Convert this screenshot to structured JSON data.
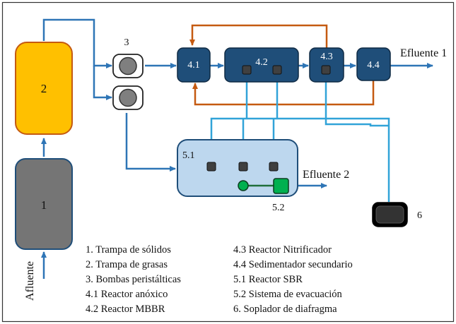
{
  "labels": {
    "n1": "1",
    "n2": "2",
    "n3": "3",
    "n4_1": "4.1",
    "n4_2": "4.2",
    "n4_3": "4.3",
    "n4_4": "4.4",
    "n5_1": "5.1",
    "n5_2": "5.2",
    "n6": "6",
    "influent": "Afluente",
    "effluent1": "Efluente 1",
    "effluent2": "Efluente 2"
  },
  "legend": {
    "col1": [
      "1. Trampa de sólidos",
      "2. Trampa de grasas",
      "3. Bombas peristálticas",
      "4.1 Reactor anóxico",
      "4.2 Reactor MBBR"
    ],
    "col2": [
      "4.3 Reactor Nitrificador",
      "4.4 Sedimentador secundario",
      "5.1 Reactor SBR",
      "5.2 Sistema de evacuación",
      "6. Soplador de diafragma"
    ]
  },
  "colors": {
    "solids_trap": "#757575",
    "grease_trap": "#FFC000",
    "reactor_fill": "#1F4E79",
    "sbr_fill": "#BDD7EE",
    "water_line": "#2E75B6",
    "air_line": "#31A3D8",
    "recirculation_line": "#C55A11",
    "evacuation_green": "#00B050"
  }
}
